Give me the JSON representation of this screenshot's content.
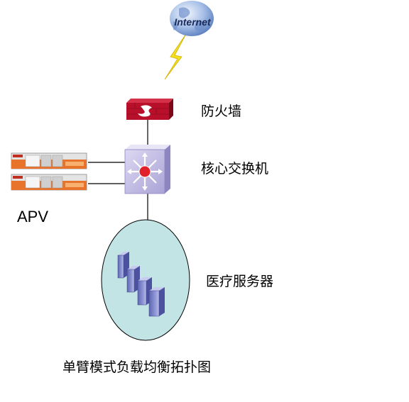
{
  "diagram": {
    "nodes": {
      "internet": {
        "text": "Internet",
        "icon": "globe-icon"
      },
      "firewall": {
        "label": "防火墙",
        "icon": "firewall-icon"
      },
      "core_switch": {
        "label": "核心交换机",
        "icon": "switch-icon"
      },
      "apv": {
        "label": "APV",
        "icon": "load-balancer-appliance-icon",
        "count": 2
      },
      "medical_servers": {
        "label": "医疗服务器",
        "icon": "server-tower-icon",
        "count": 4
      }
    },
    "caption": "单臂模式负载均衡拓扑图"
  },
  "colors": {
    "firewall": "#b8102a",
    "switch_face": "#c9c3e6",
    "switch_center": "#e0202a",
    "server_ellipse": "#c3e4e4",
    "server_tower": "#7f86c8",
    "apv_stripe": "#e8732a",
    "lightning": "#f0e020",
    "globe": "#8fb0e0"
  }
}
